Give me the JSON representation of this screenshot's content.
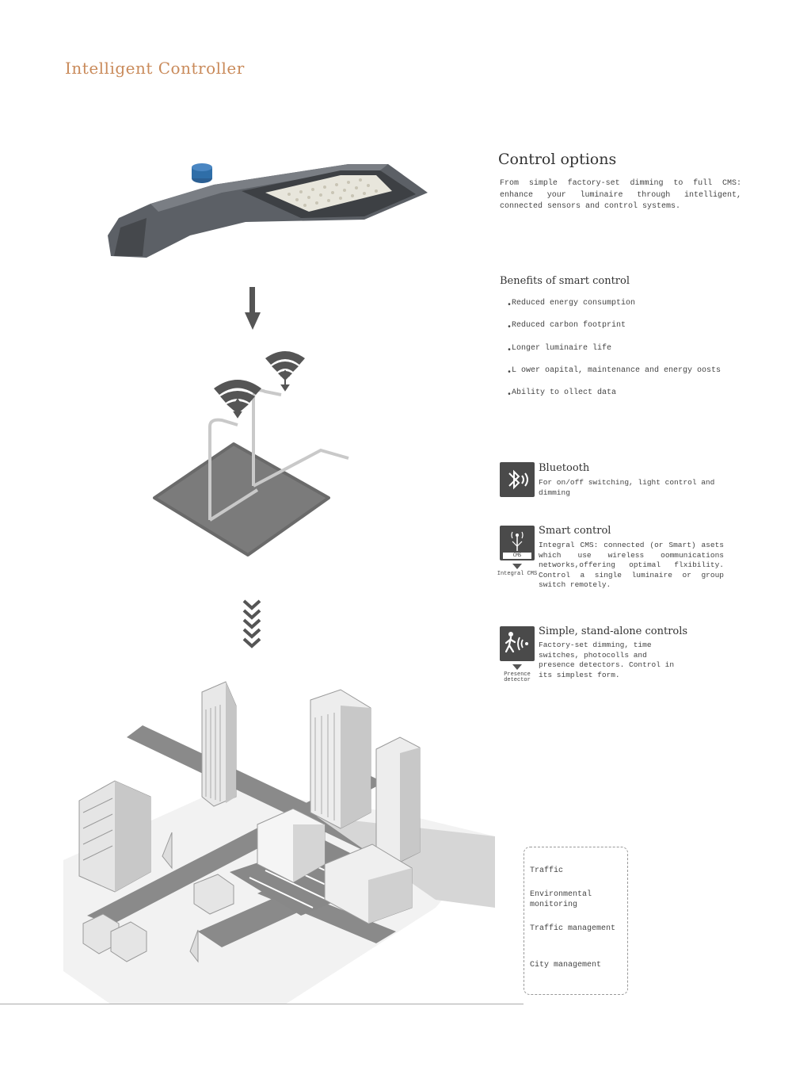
{
  "page": {
    "title": "Intelligent Controller"
  },
  "control_options": {
    "heading": "Control options",
    "intro": "From simple factory-set dimming to full CMS: enhance your luminaire through intelligent, connected sensors and control systems."
  },
  "benefits": {
    "heading": "Benefits of smart control",
    "items": [
      "Reduced energy consumption",
      "Reduced carbon footprint",
      "Longer luminaire life",
      "L ower oapital, maintenance and energy oosts",
      "Ability to ollect data"
    ]
  },
  "options": [
    {
      "title": "Bluetooth",
      "text": "For on/off switching, light control and dimming",
      "icon": "bluetooth-icon"
    },
    {
      "title": "Smart control",
      "text": "Integral CMS: connected (or Smart) asets which use wireless oommunications networks,offering optimal flxibility. Control a single luminaire or group switch remotely.",
      "icon": "antenna-icon",
      "icon_label": "CMS",
      "caption": "Integral CMS"
    },
    {
      "title": "Simple, stand-alone controls",
      "text": "Factory-set dimming, time switches, photocolls and presence detectors. Control in its simplest form.",
      "icon": "presence-icon",
      "caption_line1": "Presence",
      "caption_line2": "detector"
    }
  ],
  "city_uses": [
    "Traffic",
    "Environmental monitoring",
    "Traffic management",
    "City management"
  ],
  "colors": {
    "title_accent": "#c98a5a",
    "icon_bg": "#4a4a4a",
    "luminaire_body": "#5a5e63",
    "sensor_blue": "#2f6ea8"
  }
}
